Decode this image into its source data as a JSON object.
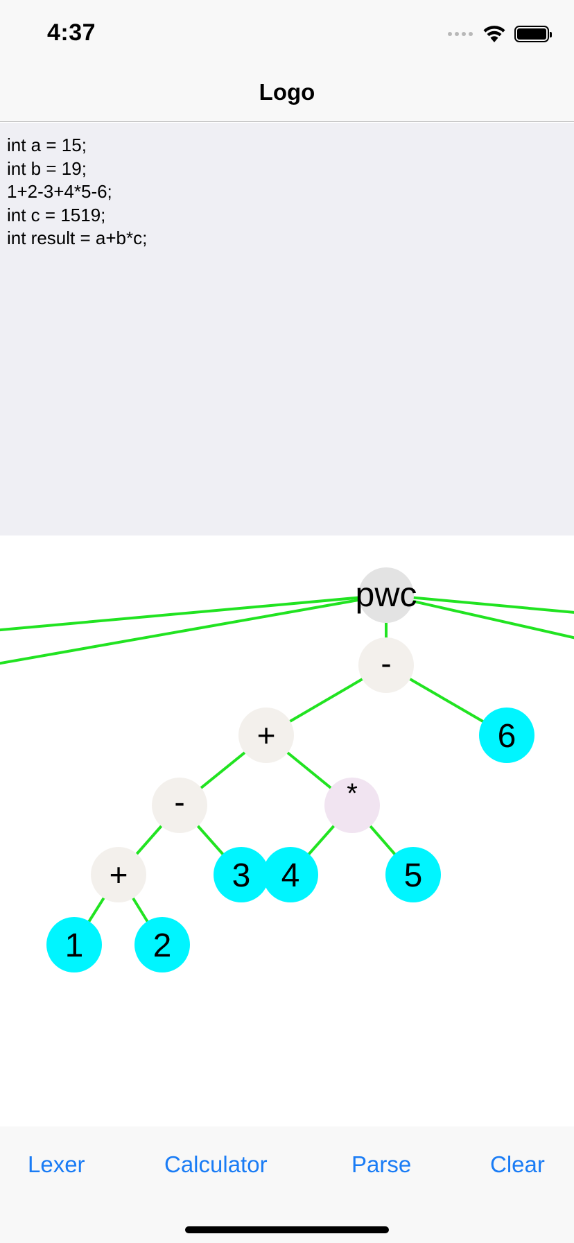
{
  "status": {
    "time": "4:37"
  },
  "nav": {
    "title": "Logo"
  },
  "editor": {
    "lines": [
      "int a = 15;",
      "int b = 19;",
      "1+2-3+4*5-6;",
      "int c = 1519;",
      "int result = a+b*c;"
    ]
  },
  "tree": {
    "colors": {
      "edge": "#21e321",
      "leaf": "#00f5ff",
      "operator": "#f3f0ec",
      "multiply": "#f1e4f1",
      "root": "#e3e3e3"
    },
    "nodes": {
      "root": "pwc",
      "minus_top": "-",
      "plus_mid": "+",
      "six": "6",
      "minus_low": "-",
      "multiply": "*",
      "plus_low": "+",
      "three": "3",
      "four": "4",
      "five": "5",
      "one": "1",
      "two": "2"
    }
  },
  "toolbar": {
    "lexer_label": "Lexer",
    "calculator_label": "Calculator",
    "parse_label": "Parse",
    "clear_label": "Clear"
  }
}
